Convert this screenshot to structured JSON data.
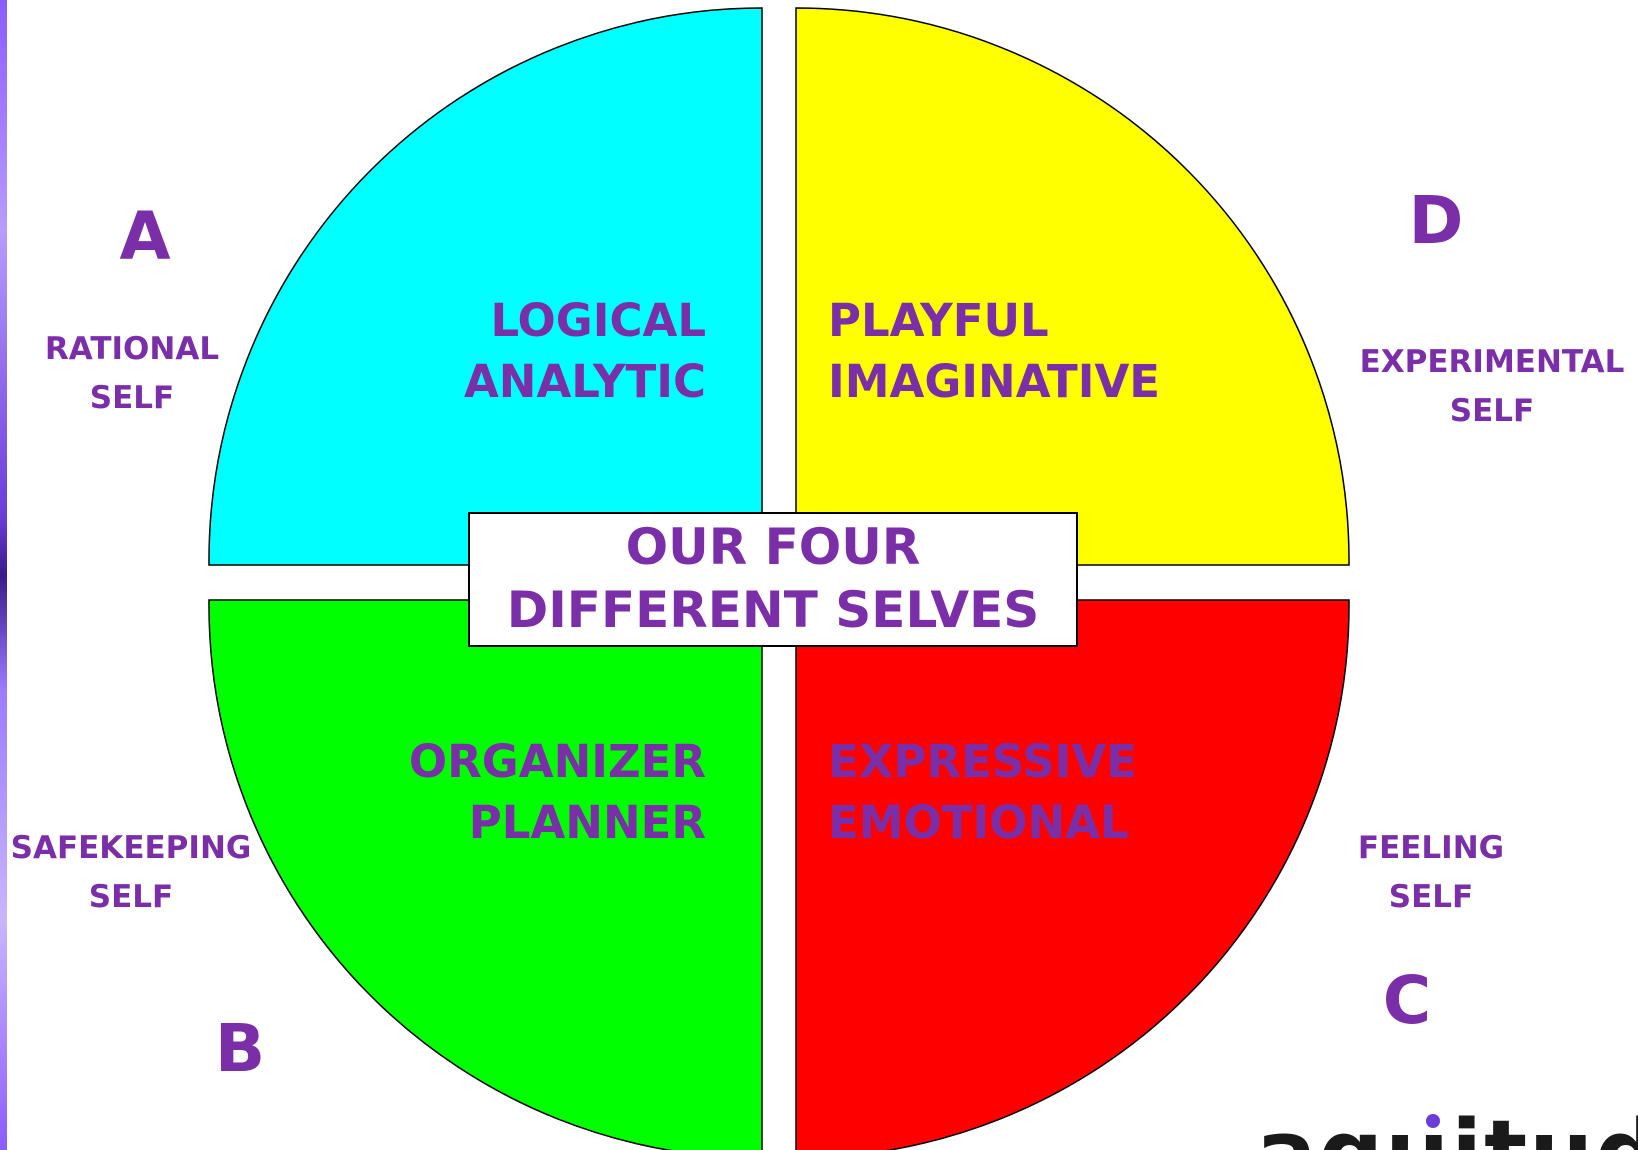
{
  "diagram": {
    "center_title": [
      "OUR FOUR",
      "DIFFERENT SELVES"
    ],
    "quadrants": [
      {
        "id": "A",
        "position": "top-left",
        "color": "#00ffff",
        "lines": [
          "LOGICAL",
          "ANALYTIC"
        ],
        "self_lines": [
          "RATIONAL",
          "SELF"
        ]
      },
      {
        "id": "D",
        "position": "top-right",
        "color": "#ffff00",
        "lines": [
          "PLAYFUL",
          "IMAGINATIVE"
        ],
        "self_lines": [
          "EXPERIMENTAL",
          "SELF"
        ]
      },
      {
        "id": "B",
        "position": "bottom-left",
        "color": "#00ff00",
        "lines": [
          "ORGANIZER",
          "PLANNER"
        ],
        "self_lines": [
          "SAFEKEEPING",
          "SELF"
        ]
      },
      {
        "id": "C",
        "position": "bottom-right",
        "color": "#ff0000",
        "lines": [
          "EXPRESSIVE",
          "EMOTIONAL"
        ],
        "self_lines": [
          "FEELING",
          "SELF"
        ]
      }
    ],
    "text_color": "#7a2ea8"
  },
  "logo": {
    "text": "aguitude"
  }
}
